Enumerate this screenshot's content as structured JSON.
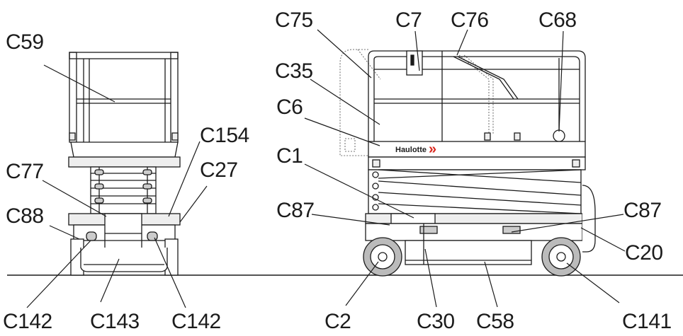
{
  "brand": {
    "name": "Haulotte",
    "chevron": "»",
    "accent": "#d9261c"
  },
  "labels": {
    "c59": "C59",
    "c154": "C154",
    "c27": "C27",
    "c77": "C77",
    "c88": "C88",
    "c142_left": "C142",
    "c143": "C143",
    "c142_right": "C142",
    "c75": "C75",
    "c7": "C7",
    "c76": "C76",
    "c68": "C68",
    "c35": "C35",
    "c6": "C6",
    "c1": "C1",
    "c87_left": "C87",
    "c87_right": "C87",
    "c20": "C20",
    "c2": "C2",
    "c30": "C30",
    "c58": "C58",
    "c141": "C141"
  },
  "colors": {
    "line": "#1b1b1b",
    "guard": "#777777",
    "light_fill": "#eeeeee",
    "mid_fill": "#cccccc"
  }
}
